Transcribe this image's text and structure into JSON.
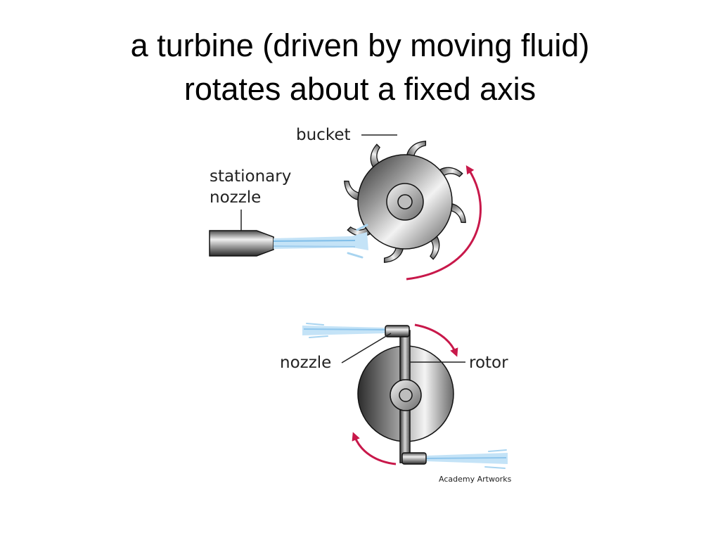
{
  "slide": {
    "title_line1": "a turbine (driven by moving fluid)",
    "title_line2": "rotates about a fixed axis"
  },
  "diagram": {
    "labels": {
      "bucket": "bucket",
      "stationary_line1": "stationary",
      "stationary_line2": "nozzle",
      "nozzle": "nozzle",
      "rotor": "rotor"
    },
    "credit": "Academy Artworks",
    "colors": {
      "arrow": "#c8184a",
      "jet": "#a8d4f0",
      "metal_dark": "#2a2a2a",
      "metal_light": "#f4f4f4"
    }
  }
}
